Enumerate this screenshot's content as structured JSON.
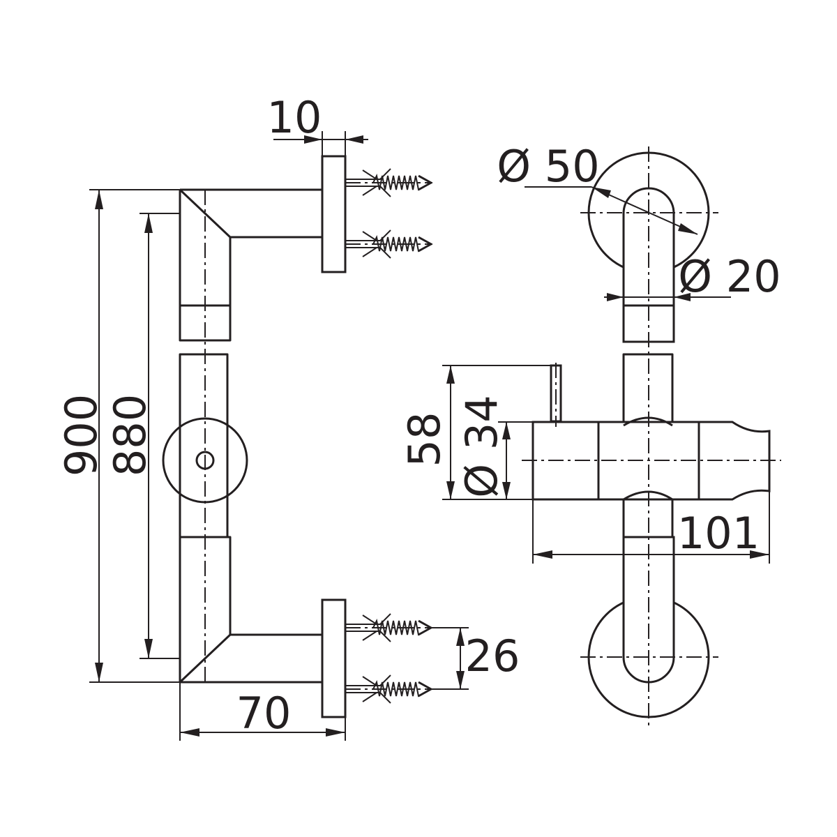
{
  "drawing": {
    "type": "technical-drawing",
    "colors": {
      "line": "#231f20",
      "background": "#ffffff"
    },
    "dimensions": {
      "wall_plate_thickness": "10",
      "overall_height": "900",
      "centers_height": "880",
      "projection": "70",
      "screw_spacing": "26",
      "plate_diameter": "Ø 50",
      "rail_diameter": "Ø 20",
      "slider_height": "58",
      "slider_diameter": "Ø 34",
      "slider_length": "101"
    }
  }
}
